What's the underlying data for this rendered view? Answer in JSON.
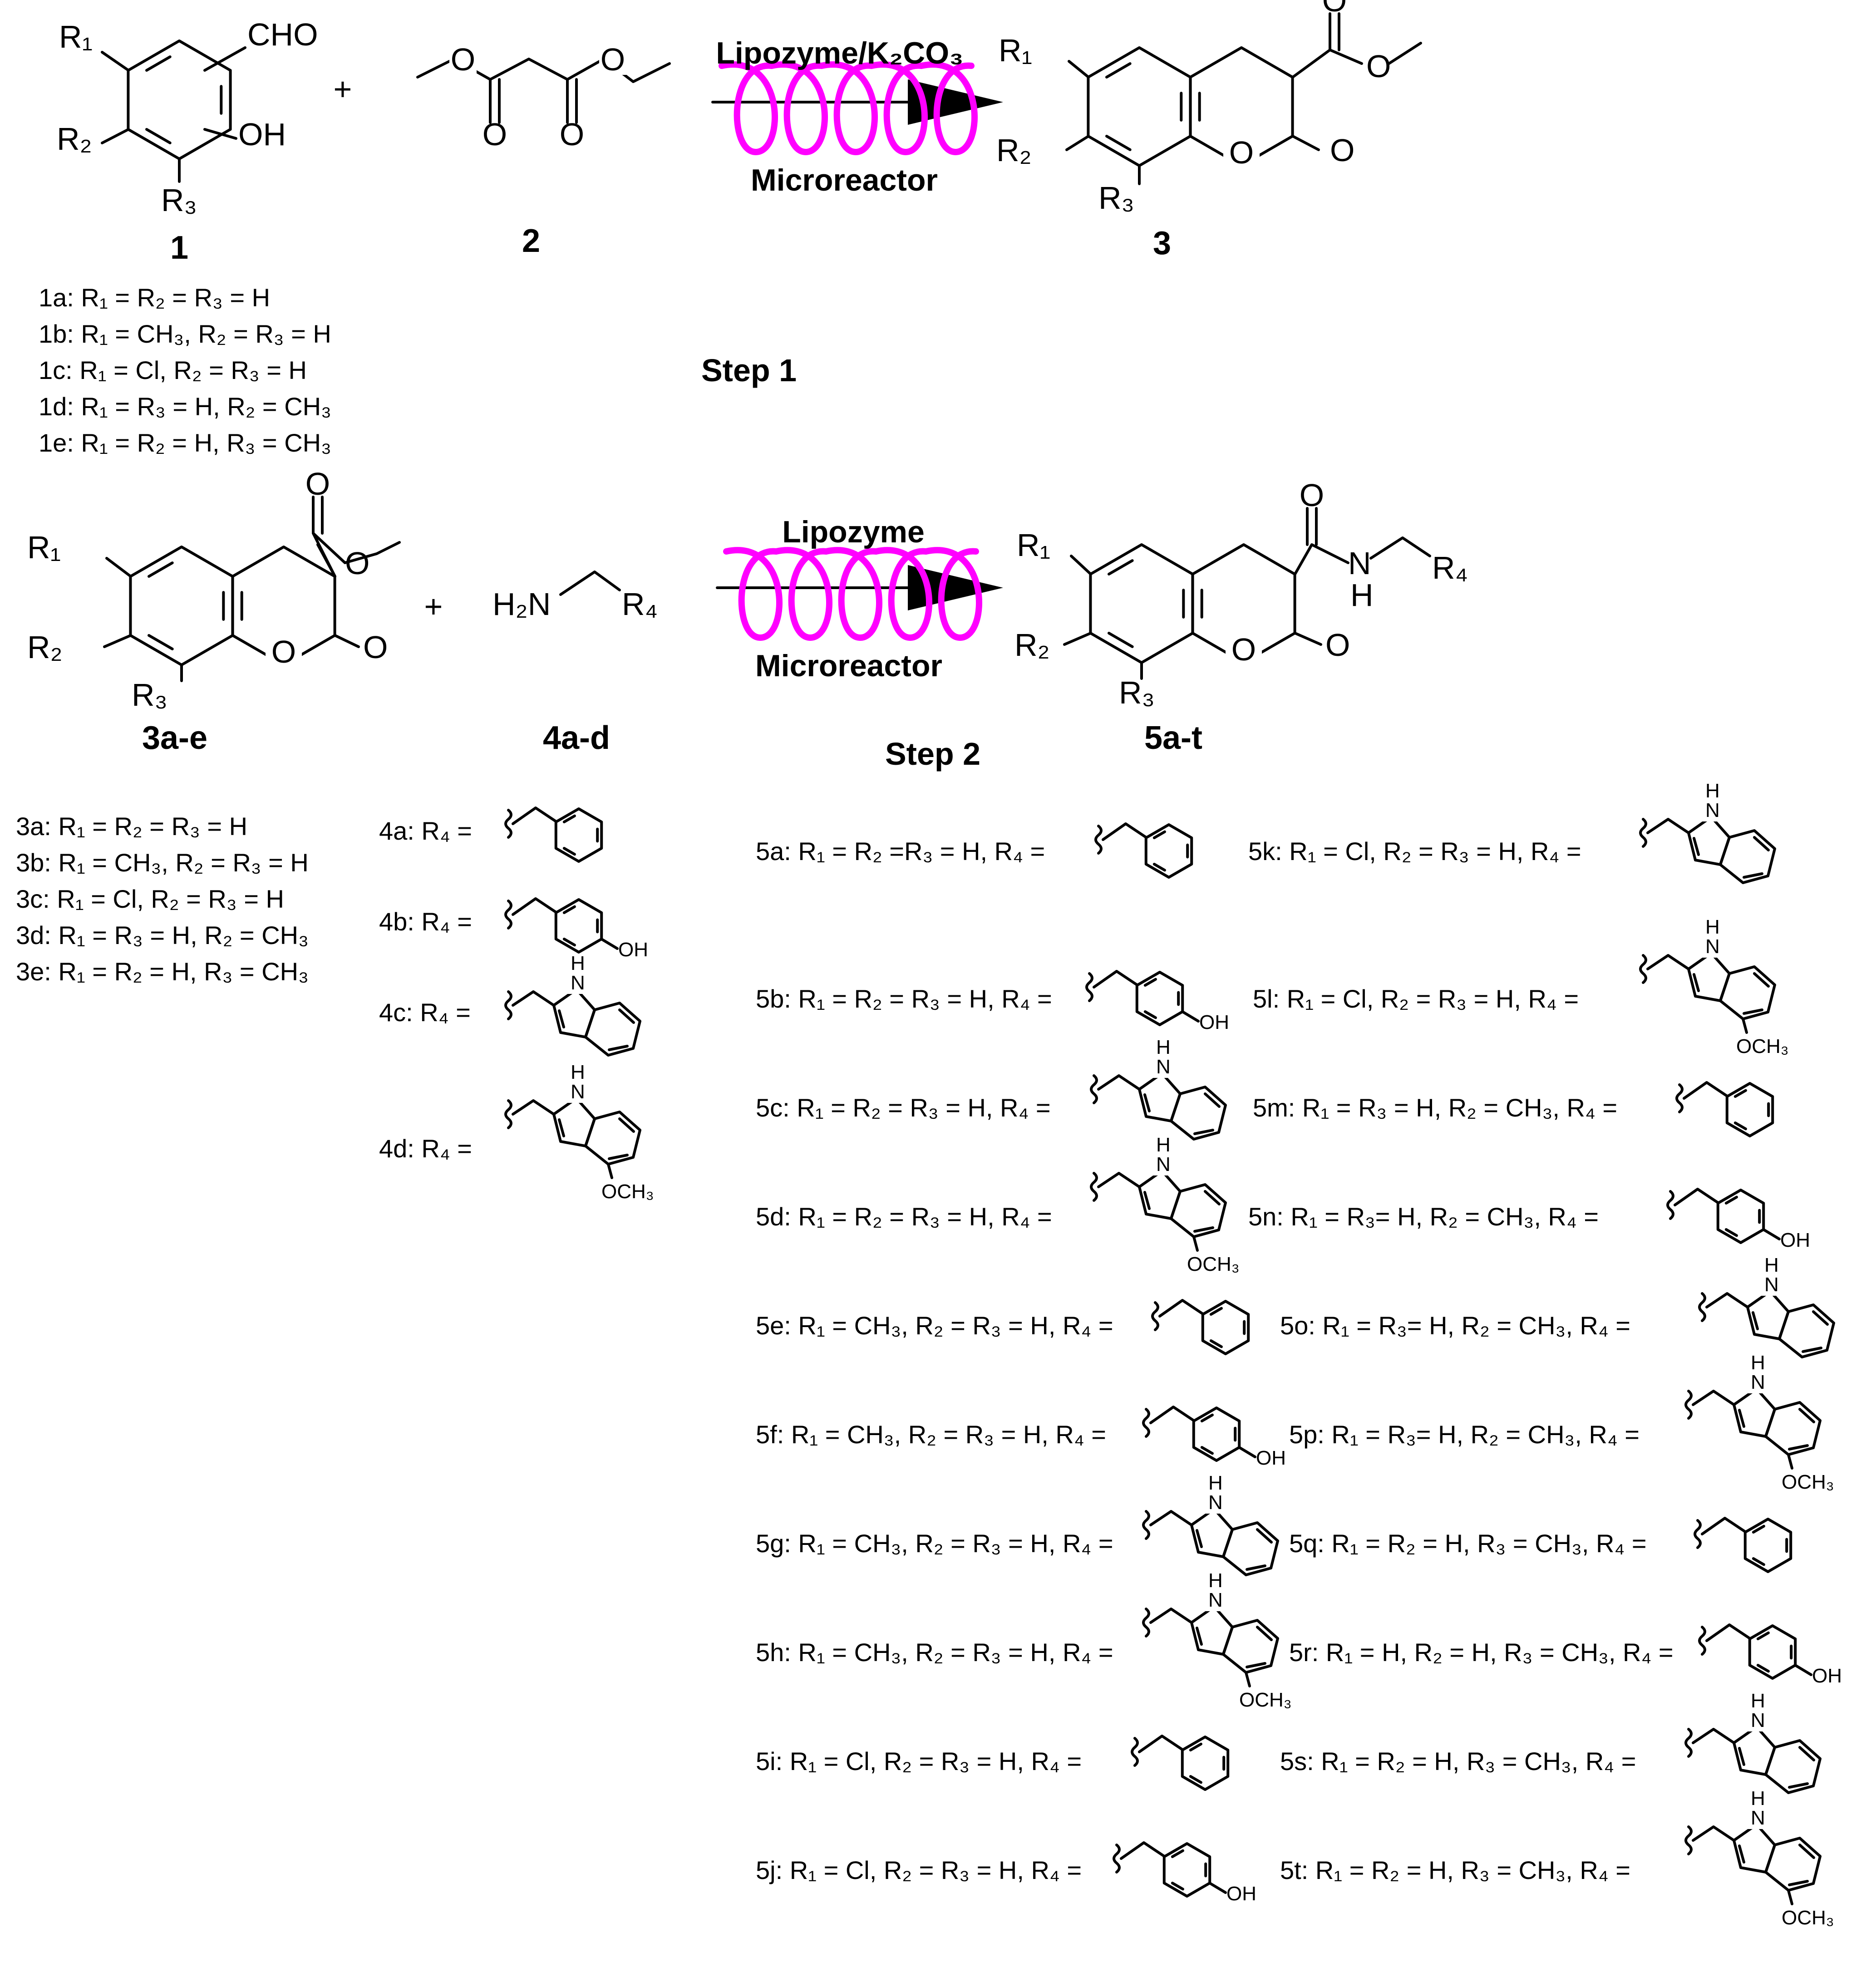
{
  "colors": {
    "coil": "#ff00ff",
    "ink": "#000000",
    "background": "#ffffff"
  },
  "step1": {
    "label": "Step 1",
    "reactant1": {
      "number": "1",
      "cho": "CHO",
      "oh": "OH"
    },
    "plus": "+",
    "reactant2": {
      "number": "2"
    },
    "conditions_top": "Lipozyme/K₂CO₃",
    "conditions_bottom": "Microreactor",
    "product": {
      "number": "3"
    },
    "variants": [
      "1a: R₁ = R₂ = R₃ = H",
      "1b: R₁ = CH₃, R₂ = R₃ = H",
      "1c: R₁ = Cl, R₂ = R₃ = H",
      "1d: R₁ = R₃ = H, R₂ = CH₃",
      "1e: R₁ = R₂ = H, R₃ = CH₃"
    ]
  },
  "step2": {
    "label": "Step 2",
    "reactant1": {
      "number": "3a-e"
    },
    "plus": "+",
    "reactant2": {
      "number": "4a-d",
      "amine_left": "H₂N",
      "amine_right": "R₄"
    },
    "conditions_top": "Lipozyme",
    "conditions_bottom": "Microreactor",
    "product": {
      "number": "5a-t"
    },
    "variants_3": [
      "3a: R₁ = R₂ = R₃ = H",
      "3b: R₁ = CH₃, R₂ = R₃ = H",
      "3c: R₁ = Cl, R₂ = R₃ = H",
      "3d: R₁ = R₃ = H, R₂ = CH₃",
      "3e: R₁ = R₂ = H, R₃ = CH₃"
    ],
    "variants_4": [
      {
        "label": "4a: R₄ =",
        "group": "benzyl"
      },
      {
        "label": "4b: R₄ =",
        "group": "hydroxybenzyl"
      },
      {
        "label": "4c: R₄ =",
        "group": "indolyl"
      },
      {
        "label": "4d: R₄ =",
        "group": "methoxyindolyl"
      }
    ],
    "products_left": [
      {
        "label": "5a: R₁ = R₂ =R₃ = H, R₄ =",
        "group": "benzyl"
      },
      {
        "label": "5b: R₁ = R₂ = R₃ = H, R₄ =",
        "group": "hydroxybenzyl"
      },
      {
        "label": "5c: R₁ = R₂ = R₃ = H, R₄ =",
        "group": "indolyl"
      },
      {
        "label": "5d: R₁ = R₂ = R₃ = H, R₄ =",
        "group": "methoxyindolyl"
      },
      {
        "label": "5e: R₁ = CH₃, R₂ = R₃ = H, R₄ =",
        "group": "benzyl"
      },
      {
        "label": "5f: R₁ = CH₃, R₂ = R₃ = H, R₄ =",
        "group": "hydroxybenzyl"
      },
      {
        "label": "5g: R₁ = CH₃, R₂ = R₃ = H, R₄ =",
        "group": "indolyl"
      },
      {
        "label": "5h: R₁ = CH₃, R₂ = R₃ = H, R₄ =",
        "group": "methoxyindolyl"
      },
      {
        "label": "5i: R₁ = Cl, R₂ = R₃ = H, R₄ =",
        "group": "benzyl"
      },
      {
        "label": "5j: R₁ = Cl, R₂ = R₃ = H, R₄ =",
        "group": "hydroxybenzyl"
      }
    ],
    "products_right": [
      {
        "label": "5k: R₁ = Cl, R₂ = R₃ = H, R₄ =",
        "group": "indolyl"
      },
      {
        "label": "5l: R₁ = Cl, R₂ = R₃ = H, R₄ =",
        "group": "methoxyindolyl"
      },
      {
        "label": "5m: R₁ = R₃ = H, R₂ = CH₃, R₄ =",
        "group": "benzyl"
      },
      {
        "label": "5n:  R₁ = R₃= H, R₂ = CH₃, R₄ =",
        "group": "hydroxybenzyl"
      },
      {
        "label": "5o: R₁ = R₃= H, R₂ = CH₃, R₄ =",
        "group": "indolyl"
      },
      {
        "label": "5p: R₁ = R₃= H, R₂ = CH₃, R₄ =",
        "group": "methoxyindolyl"
      },
      {
        "label": "5q: R₁ = R₂ = H, R₃ = CH₃, R₄ =",
        "group": "benzyl"
      },
      {
        "label": "5r: R₁ = H, R₂ = H, R₃ = CH₃, R₄ =",
        "group": "hydroxybenzyl"
      },
      {
        "label": "5s: R₁ = R₂ = H, R₃ = CH₃, R₄ =",
        "group": "indolyl"
      },
      {
        "label": "5t: R₁ = R₂ = H, R₃ = CH₃, R₄ =",
        "group": "methoxyindolyl"
      }
    ]
  },
  "atoms": {
    "R1": "R₁",
    "R2": "R₂",
    "R3": "R₃",
    "R4": "R₄",
    "O": "O",
    "N": "N",
    "H": "H",
    "NH": "H",
    "OH": "OH",
    "OCH3": "OCH₃"
  }
}
